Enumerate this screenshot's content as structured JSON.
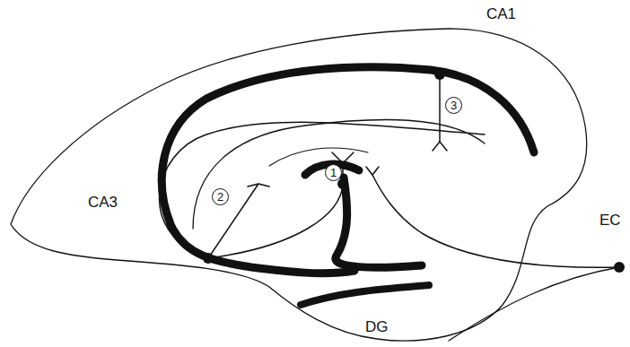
{
  "diagram": {
    "labels": [
      "CA1",
      "CA3",
      "DG",
      "EC",
      "1",
      "2",
      "3"
    ]
  }
}
